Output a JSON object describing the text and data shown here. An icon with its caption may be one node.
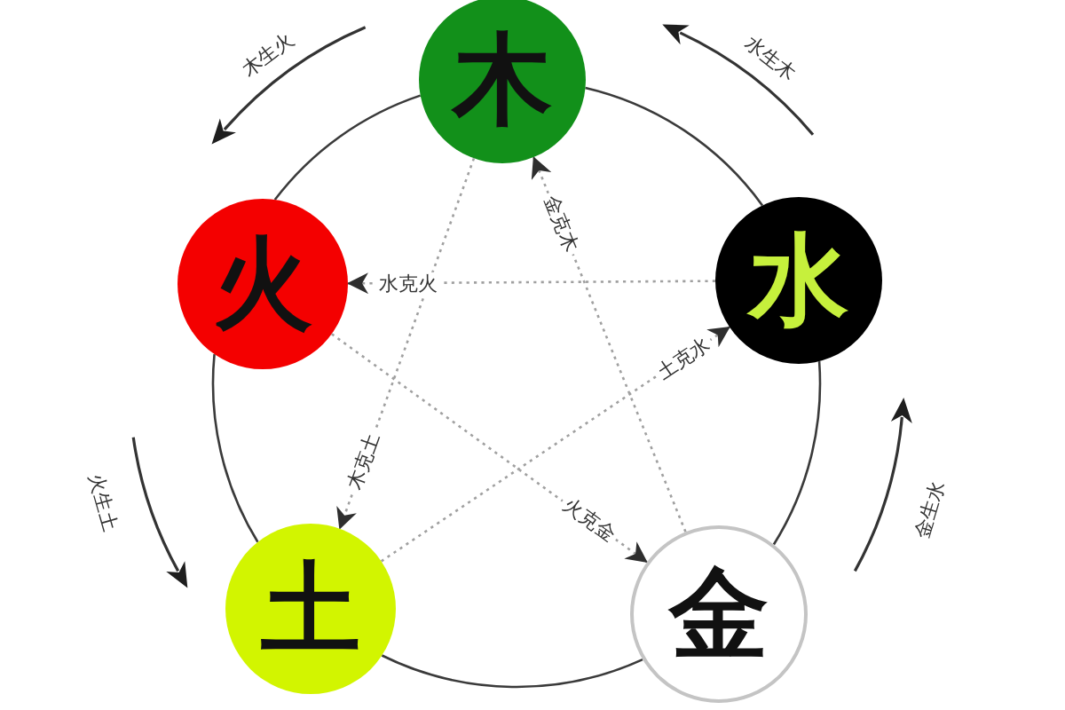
{
  "diagram": {
    "nodes": [
      {
        "text": [
          "木"
        ]
      },
      {
        "text": [
          "火"
        ]
      },
      {
        "text": [
          "水"
        ]
      },
      {
        "text": [
          "土"
        ]
      },
      {
        "text": [
          "金"
        ]
      }
    ],
    "edges": [
      {
        "from": 0,
        "to": 1,
        "arrow": "none"
      },
      {
        "from": 1,
        "to": 3,
        "arrow": "none"
      },
      {
        "from": 3,
        "to": 4,
        "arrow": "none"
      },
      {
        "from": 4,
        "to": 2,
        "arrow": "none"
      },
      {
        "from": 2,
        "to": 0,
        "arrow": "none"
      },
      {
        "from": 0,
        "to": 3,
        "arrow": "to",
        "label": "木克土",
        "style": "dashed",
        "color": "#a0a0a0"
      },
      {
        "from": 3,
        "to": 2,
        "arrow": "to",
        "label": "土克水",
        "style": "dashed",
        "color": "#a0a0a0"
      },
      {
        "from": 2,
        "to": 1,
        "arrow": "to",
        "label": "水克火",
        "style": "dashed",
        "color": "#a0a0a0"
      },
      {
        "from": 1,
        "to": 4,
        "arrow": "to",
        "label": "火克金",
        "style": "dashed",
        "color": "#a0a0a0"
      },
      {
        "from": 4,
        "to": 0,
        "arrow": "to",
        "label": "金克木",
        "style": "dashed",
        "color": "#a0a0a0"
      }
    ],
    "labels": [
      "木生火",
      "水生木",
      "火生土",
      "金生水"
    ]
  }
}
